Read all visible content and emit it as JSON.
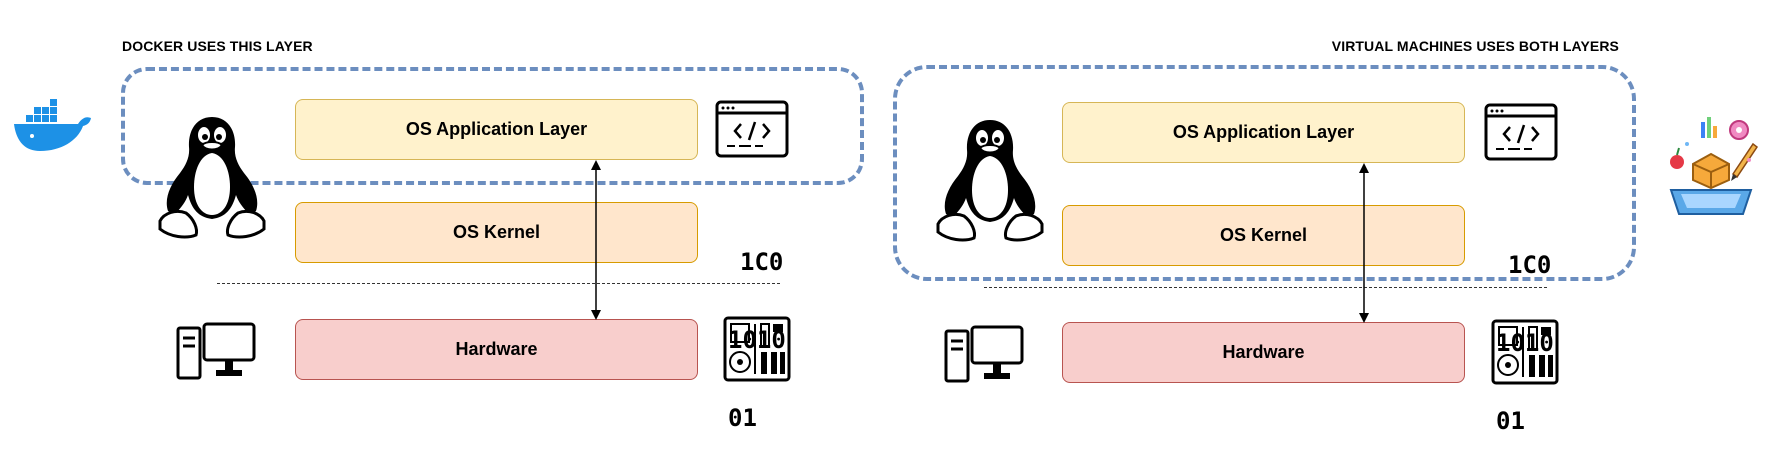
{
  "left_panel": {
    "caption": "DOCKER USES THIS LAYER",
    "layers": {
      "app": "OS Application Layer",
      "kernel": "OS Kernel",
      "hardware": "Hardware"
    },
    "binary": [
      "1C0",
      "1010",
      "01"
    ]
  },
  "right_panel": {
    "caption": "VIRTUAL MACHINES USES BOTH LAYERS",
    "layers": {
      "app": "OS Application Layer",
      "kernel": "OS Kernel",
      "hardware": "Hardware"
    },
    "binary": [
      "1C0",
      "1010",
      "01"
    ]
  },
  "icons": {
    "docker": "docker-whale-icon",
    "linux": "linux-penguin-icon",
    "code_window": "code-window-icon",
    "binary": "binary-code-icon",
    "computer": "desktop-computer-icon",
    "motherboard": "motherboard-icon",
    "vm": "virtual-machine-icon"
  },
  "colors": {
    "dashed_border": "#6c8ebf",
    "app_fill": "#fff2cc",
    "app_border": "#d6b656",
    "kernel_fill": "#ffe6cc",
    "kernel_border": "#d79b00",
    "hardware_fill": "#f8cecc",
    "hardware_border": "#b85450",
    "docker_blue": "#1d91e6"
  }
}
